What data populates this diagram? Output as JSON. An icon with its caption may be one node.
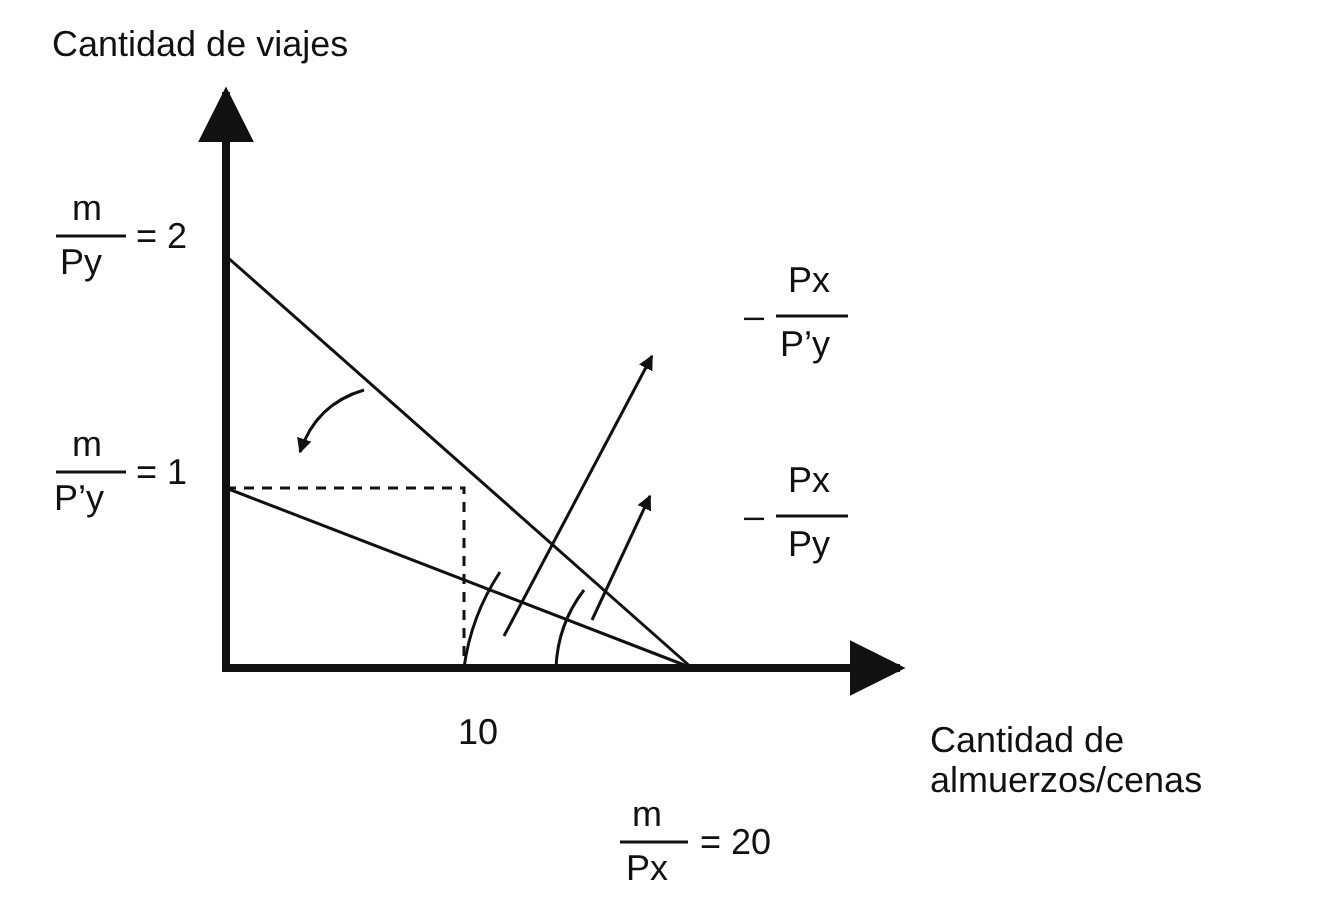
{
  "diagram": {
    "labels": [
      "Cantidad de viajes",
      "m",
      "Py",
      "= 2",
      "–",
      "Px",
      "P’y",
      "m",
      "P’y",
      "= 1",
      "–",
      "Px",
      "Py",
      "Cantidad de almuerzos/cenas",
      "10",
      "m",
      "Px",
      "= 20"
    ]
  }
}
